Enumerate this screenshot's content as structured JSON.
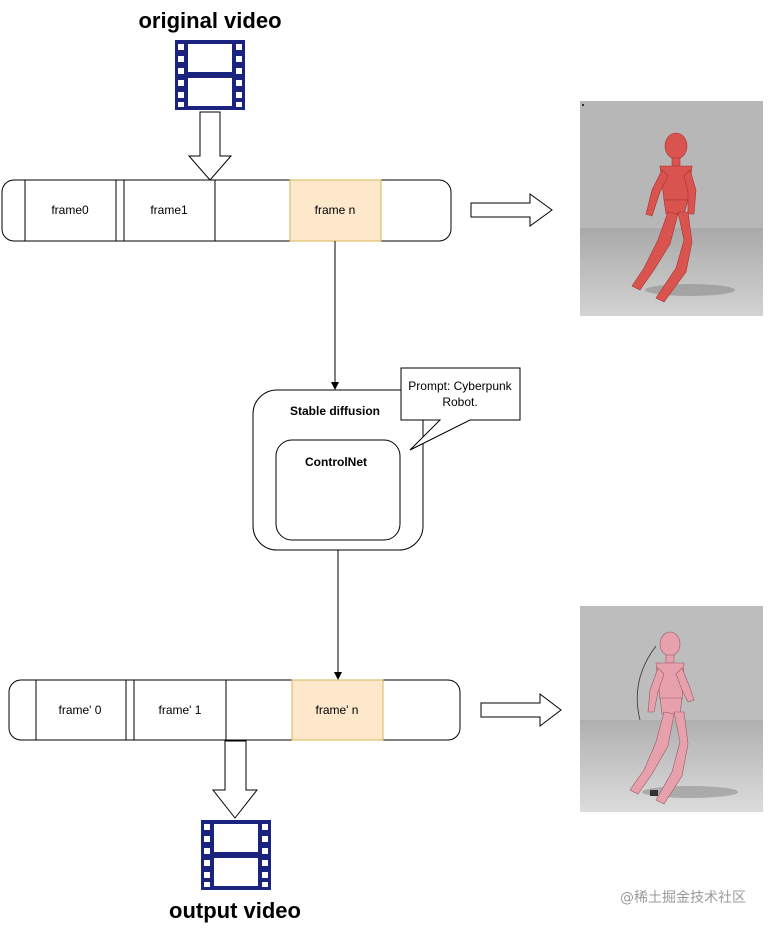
{
  "top": {
    "title": "original video",
    "frames": [
      "frame0",
      "frame1",
      "",
      "frame n",
      ""
    ]
  },
  "middle": {
    "stable_diffusion_label": "Stable diffusion",
    "controlnet_label": "ControlNet",
    "prompt_lines": [
      "Prompt: Cyberpunk",
      "Robot."
    ]
  },
  "bottom": {
    "title": "output video",
    "frames": [
      "",
      "frame' 0",
      "frame' 1",
      "",
      "frame' n",
      ""
    ]
  },
  "watermark": "@稀土掘金技术社区",
  "colors": {
    "film_icon": "#1a237e",
    "highlight_fill": "#fde8cc",
    "highlight_stroke": "#d6b656",
    "photo_background": "#b7b7b7",
    "robot_top": "#d9534f",
    "robot_bottom": "#e7a1ad"
  },
  "icons": [
    "film-strip-icon",
    "hollow-arrow-down-icon",
    "hollow-arrow-right-icon"
  ]
}
